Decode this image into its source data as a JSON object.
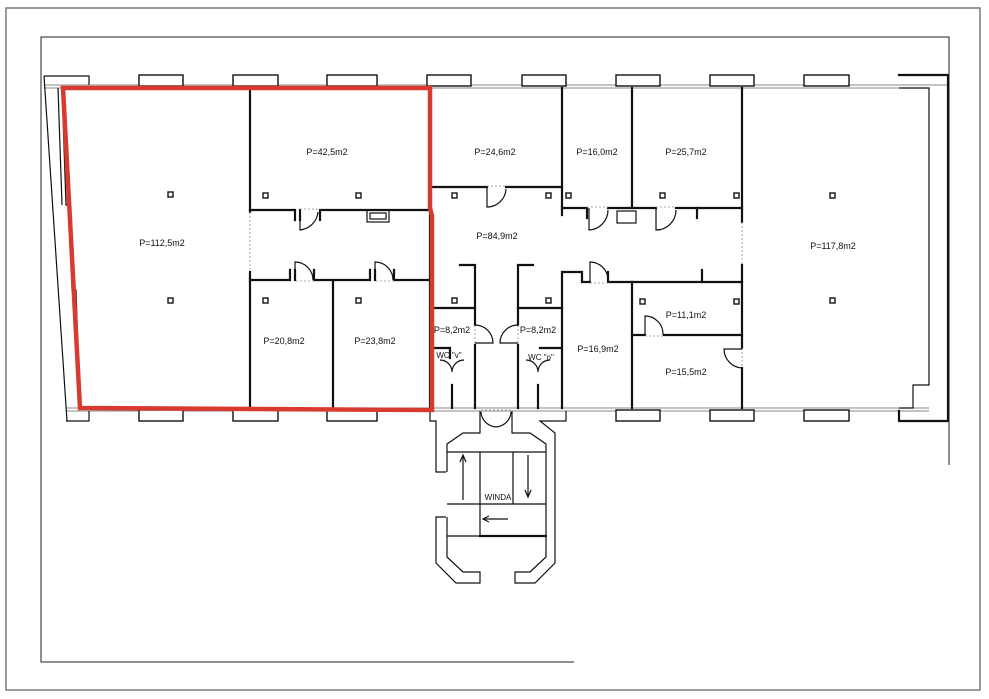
{
  "plan": {
    "highlight_color": "#d93a2f",
    "rooms": [
      {
        "id": "room-112-5",
        "label": "P=112,5m2"
      },
      {
        "id": "room-42-5",
        "label": "P=42,5m2"
      },
      {
        "id": "room-20-8",
        "label": "P=20,8m2"
      },
      {
        "id": "room-23-8",
        "label": "P=23,8m2"
      },
      {
        "id": "room-24-6",
        "label": "P=24,6m2"
      },
      {
        "id": "room-84-9",
        "label": "P=84,9m2"
      },
      {
        "id": "room-16-0",
        "label": "P=16,0m2"
      },
      {
        "id": "room-25-7",
        "label": "P=25,7m2"
      },
      {
        "id": "room-117-8",
        "label": "P=117,8m2"
      },
      {
        "id": "room-8-2-left",
        "label": "P=8,2m2"
      },
      {
        "id": "room-8-2-right",
        "label": "P=8,2m2"
      },
      {
        "id": "room-16-9",
        "label": "P=16,9m2"
      },
      {
        "id": "room-11-1",
        "label": "P=11,1m2"
      },
      {
        "id": "room-15-5",
        "label": "P=15,5m2"
      }
    ],
    "wc_left": "WC \"v\"",
    "wc_right": "WC \"o\"",
    "elevator": "WINDA"
  }
}
